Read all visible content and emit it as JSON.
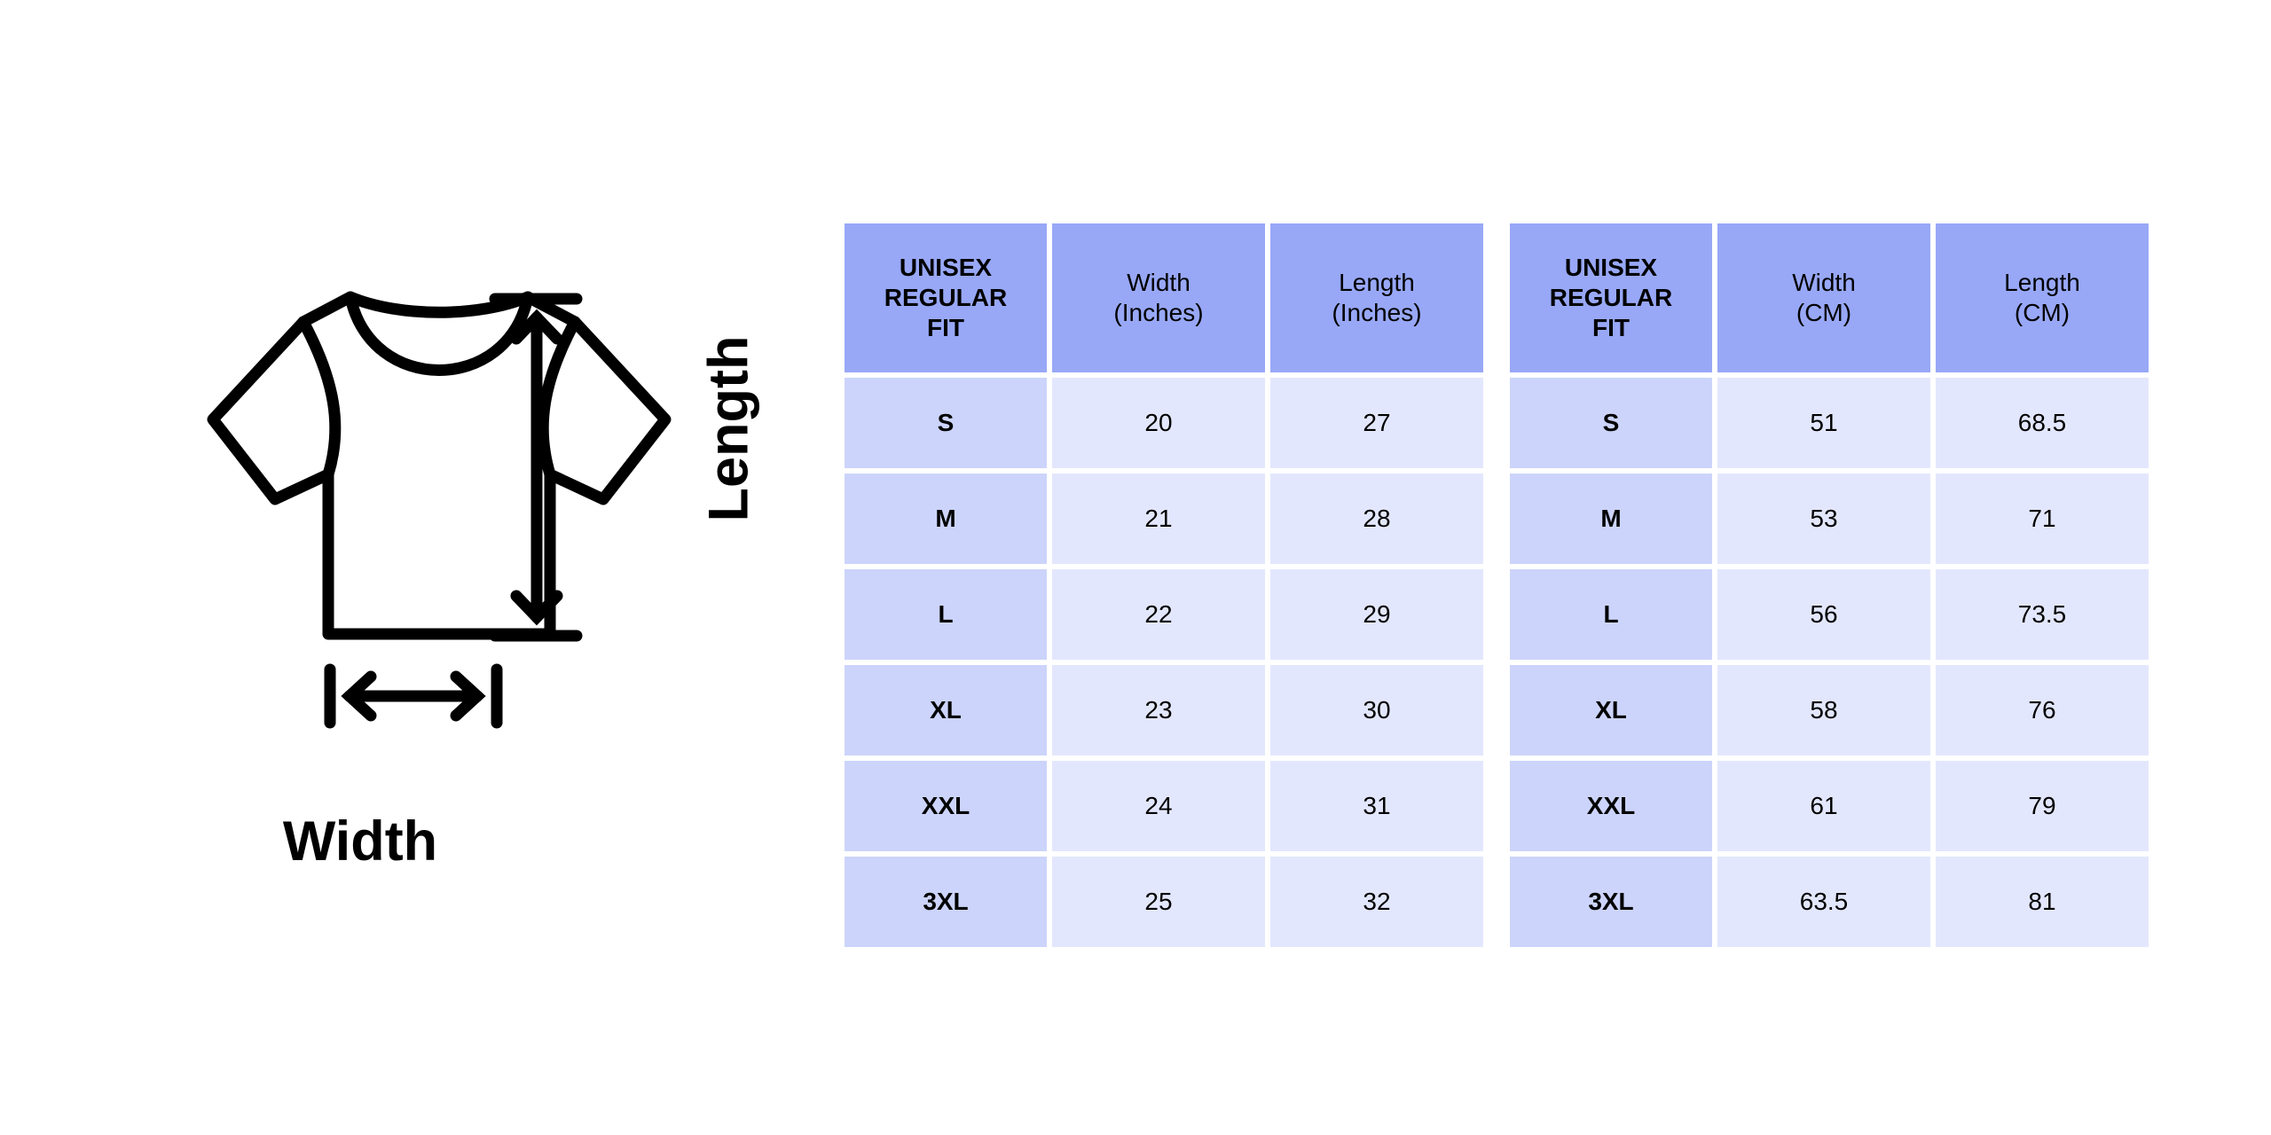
{
  "illustration": {
    "name": "tshirt-measurement-diagram",
    "width_label": "Width",
    "length_label": "Length",
    "stroke_color": "#000000"
  },
  "colors": {
    "header_bg": "#98a8f7",
    "size_cell_bg": "#ccd4fb",
    "value_cell_bg": "#e3e7fd",
    "text": "#000000",
    "page_bg": "#ffffff"
  },
  "tables": [
    {
      "id": "inches-table",
      "unit": "inches",
      "headers": [
        "UNISEX\nREGULAR\nFIT",
        "Width\n(Inches)",
        "Length\n(Inches)"
      ],
      "rows": [
        [
          "S",
          "20",
          "27"
        ],
        [
          "M",
          "21",
          "28"
        ],
        [
          "L",
          "22",
          "29"
        ],
        [
          "XL",
          "23",
          "30"
        ],
        [
          "XXL",
          "24",
          "31"
        ],
        [
          "3XL",
          "25",
          "32"
        ]
      ]
    },
    {
      "id": "cm-table",
      "unit": "cm",
      "headers": [
        "UNISEX\nREGULAR\nFIT",
        "Width\n(CM)",
        "Length\n(CM)"
      ],
      "rows": [
        [
          "S",
          "51",
          "68.5"
        ],
        [
          "M",
          "53",
          "71"
        ],
        [
          "L",
          "56",
          "73.5"
        ],
        [
          "XL",
          "58",
          "76"
        ],
        [
          "XXL",
          "61",
          "79"
        ],
        [
          "3XL",
          "63.5",
          "81"
        ]
      ]
    }
  ]
}
